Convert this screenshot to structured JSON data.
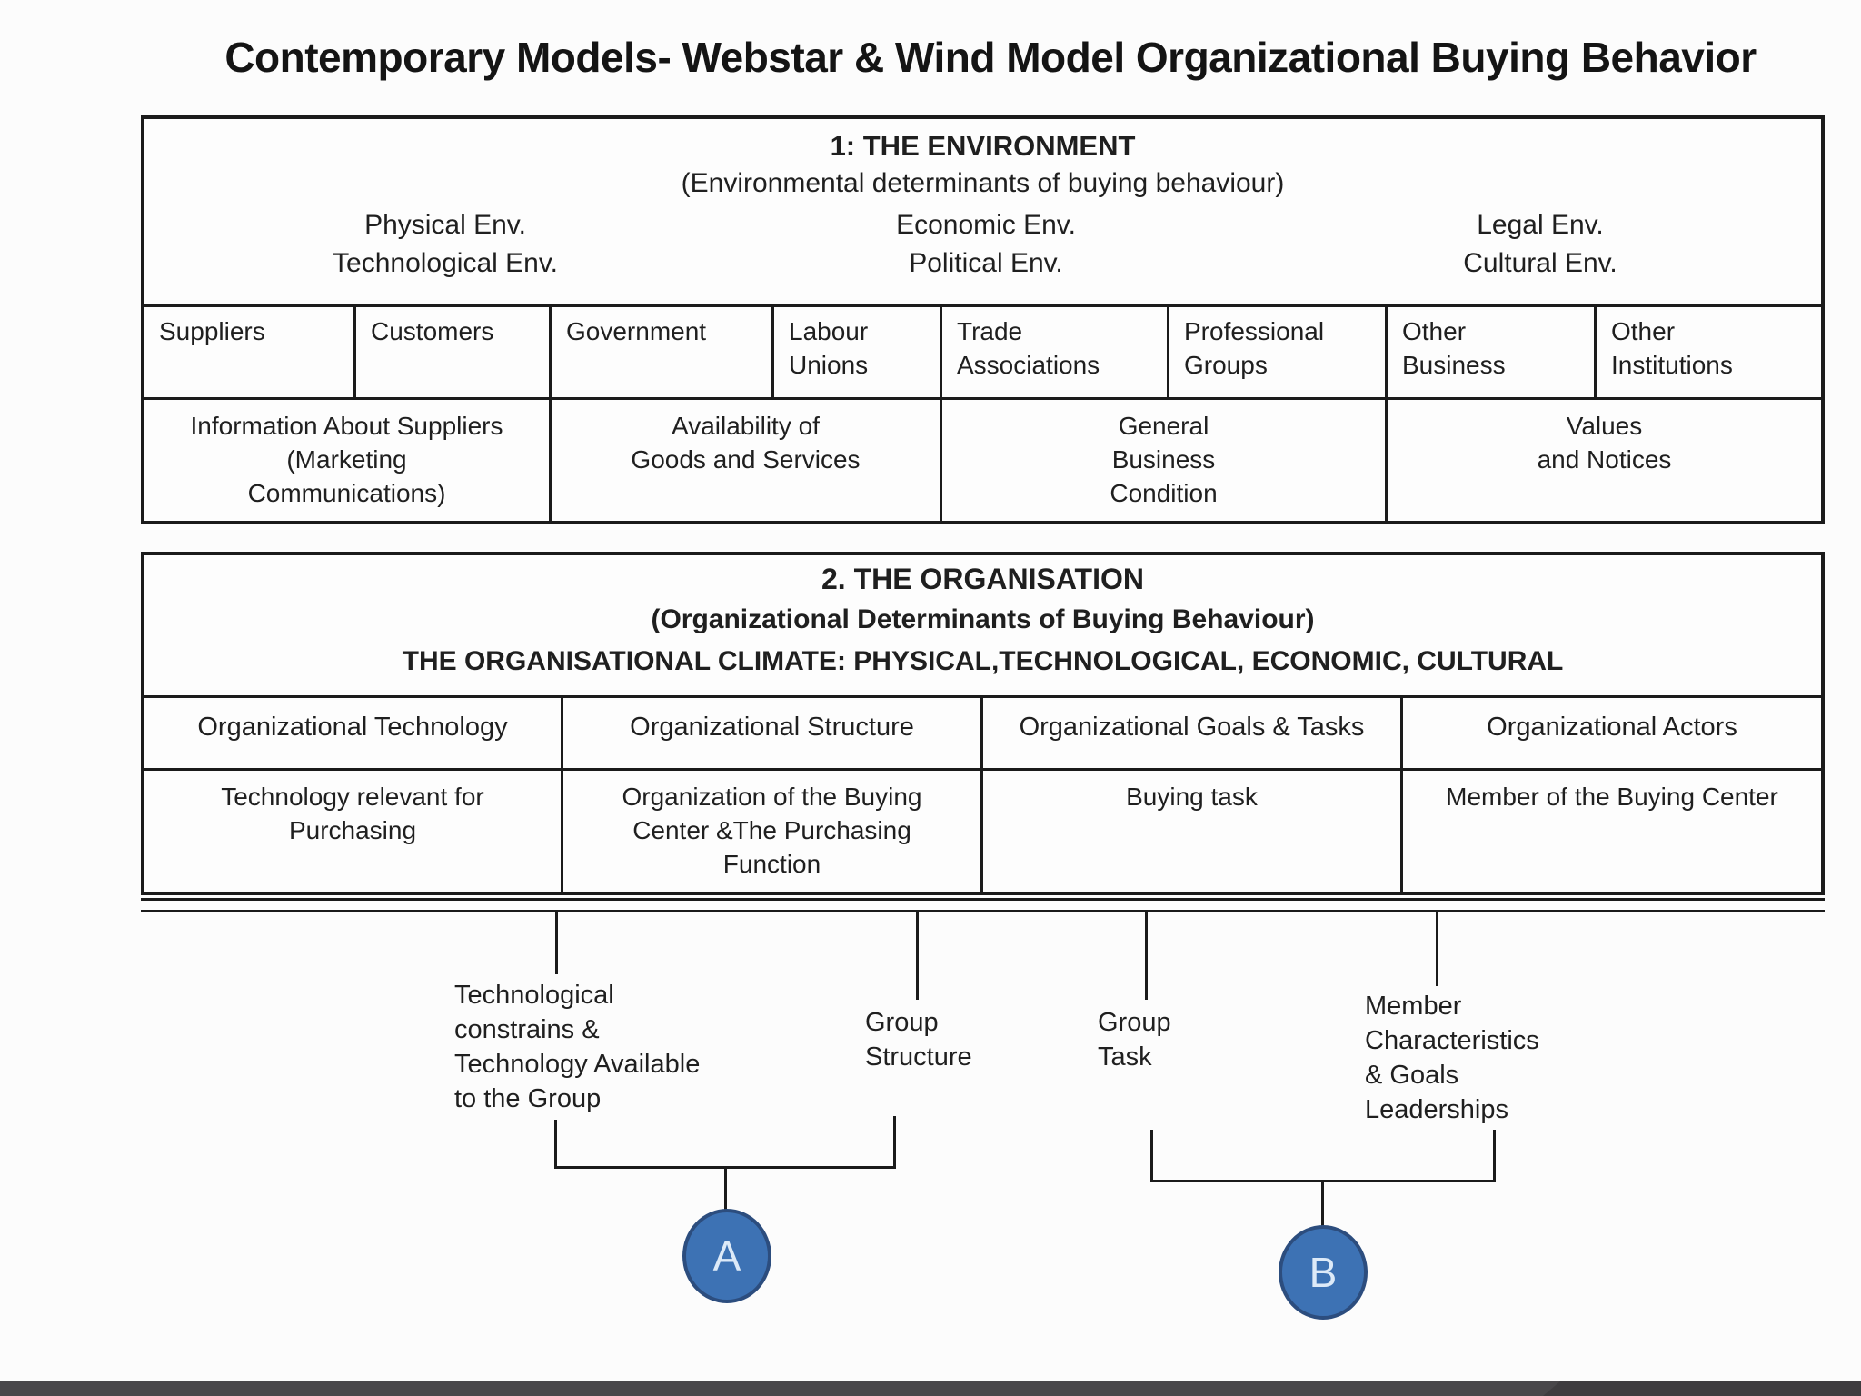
{
  "title": "Contemporary Models- Webstar & Wind Model Organizational Buying Behavior",
  "environment": {
    "heading": "1: THE ENVIRONMENT",
    "subheading": "(Environmental determinants of buying behaviour)",
    "env_types": [
      "Physical Env.\nTechnological Env.",
      "Economic Env.\nPolitical Env.",
      "Legal Env.\nCultural Env."
    ],
    "actors": [
      "Suppliers",
      "Customers",
      "Government",
      "Labour\nUnions",
      "Trade\nAssociations",
      "Professional\nGroups",
      "Other\nBusiness",
      "Other\nInstitutions"
    ],
    "flows": [
      "Information About Suppliers\n(Marketing\nCommunications)",
      "Availability of\nGoods and Services",
      "General\nBusiness\nCondition",
      "Values\nand Notices"
    ]
  },
  "organisation": {
    "heading": "2. THE ORGANISATION",
    "subheading": "(Organizational Determinants of Buying Behaviour)",
    "climate": "THE ORGANISATIONAL CLIMATE: PHYSICAL,TECHNOLOGICAL,  ECONOMIC,  CULTURAL",
    "columns": [
      "Organizational Technology",
      "Organizational Structure",
      "Organizational Goals & Tasks",
      "Organizational Actors"
    ],
    "details": [
      "Technology relevant for\nPurchasing",
      "Organization of the Buying\nCenter &The Purchasing\nFunction",
      "Buying task",
      "Member of the Buying Center"
    ]
  },
  "annotations": [
    "Technological\nconstrains &\nTechnology Available\nto the Group",
    "Group\nStructure",
    "Group\nTask",
    "Member\nCharacteristics\n& Goals\nLeaderships"
  ],
  "nodes": {
    "a": "A",
    "b": "B"
  },
  "colors": {
    "node_fill": "#3d72b4",
    "node_border": "#2c4d7e",
    "node_text": "#ddeaf8",
    "line": "#1b1b1b",
    "taskbar": "#49474a",
    "taskbar_dark": "#3e3c3f"
  }
}
